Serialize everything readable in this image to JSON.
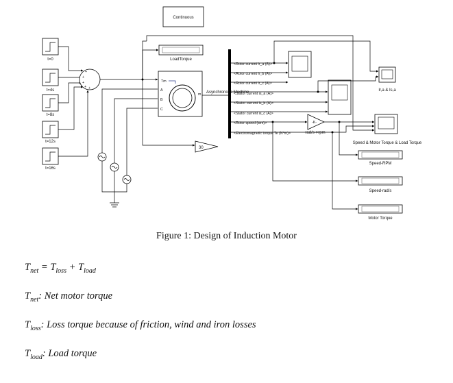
{
  "diagram": {
    "solver_label": "Continuous",
    "step_times": [
      "t=0",
      "t=4s",
      "t=8s",
      "t=12s",
      "t=16s"
    ],
    "sum_signs": [
      "+",
      "+",
      "+",
      "+",
      "+"
    ],
    "load_torque_label": "LoadTorque",
    "machine_ports": [
      "Tm",
      "A",
      "B",
      "C"
    ],
    "machine_output_port": "m",
    "machine_label": "Asynchronous Machine",
    "bus_signals": [
      "<Rotor current ir_a (A)>",
      "<Rotor current ir_b (A)>",
      "<Rotor current ir_c (A)>",
      "<Stator current is_a (A)>",
      "<Stator current is_b (A)>",
      "<Stator current is_c (A)>",
      "<Rotor speed (wm)>",
      "<Electromagnetic torque Te (N*m)>"
    ],
    "gain_label": "-K-",
    "conversion_label": "rad/s->rpm",
    "scope_currents_label": "Ir,a & Is,a",
    "scope_speed_label": "Speed & Motor Torque & Load Torque",
    "constant_value": "30",
    "display_labels": [
      "Speed-RPM",
      "Speed-rad/s",
      "Motor Torque"
    ]
  },
  "caption": "Figure 1: Design of Induction Motor",
  "equations": {
    "eq1": {
      "T": "T",
      "net": "net",
      "eq": " = T",
      "loss": "loss",
      "plus": " + T",
      "load": "load"
    },
    "def_net": {
      "T": "T",
      "sub": "net",
      "text": ": Net motor torque"
    },
    "def_loss": {
      "T": "T",
      "sub": "loss",
      "text": ": Loss torque because of friction, wind and iron losses"
    },
    "def_load": {
      "T": "T",
      "sub": "load",
      "text": ": Load torque"
    }
  }
}
